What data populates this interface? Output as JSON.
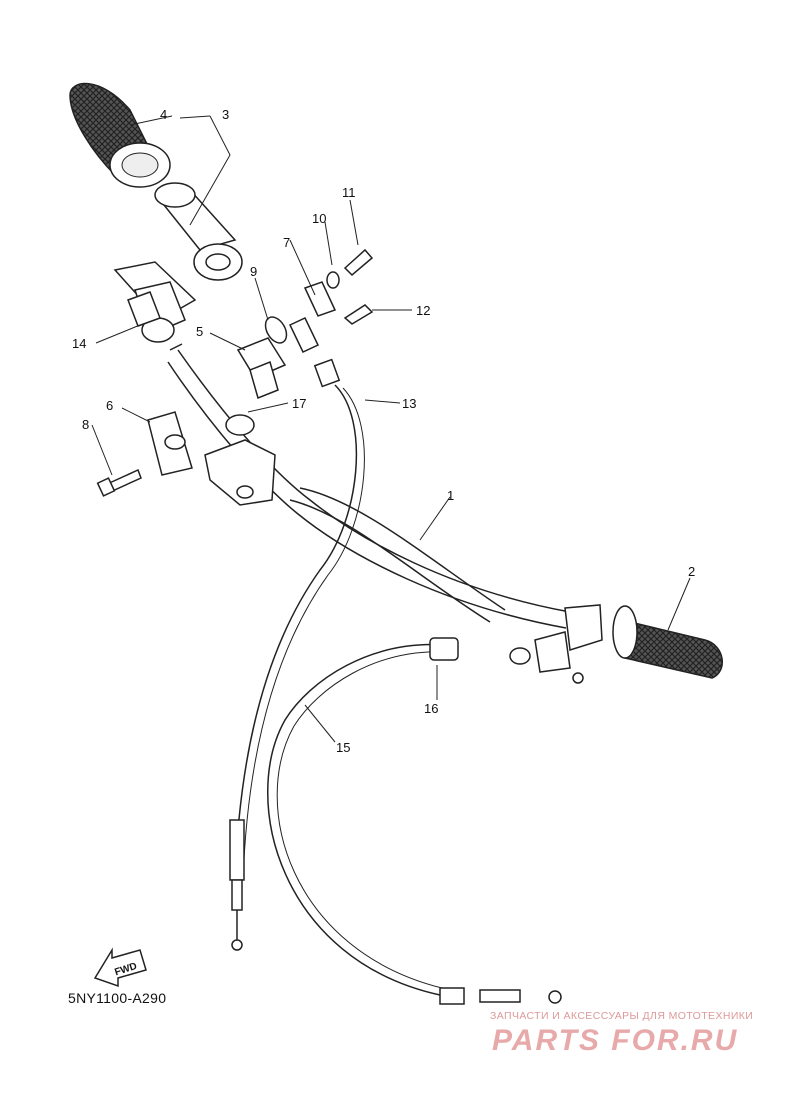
{
  "diagram": {
    "code": "5NY1100-A290",
    "fwd_label": "FWD",
    "callouts": [
      "1",
      "2",
      "3",
      "4",
      "5",
      "6",
      "7",
      "8",
      "9",
      "10",
      "11",
      "12",
      "13",
      "14",
      "15",
      "16",
      "17"
    ]
  },
  "watermark": {
    "tagline": "ЗАПЧАСТИ И АКСЕССУАРЫ ДЛЯ МОТОТЕХНИКИ",
    "brand": "PARTS FOR.RU"
  },
  "colors": {
    "line": "#222222",
    "watermark": "#e7a9a9"
  }
}
